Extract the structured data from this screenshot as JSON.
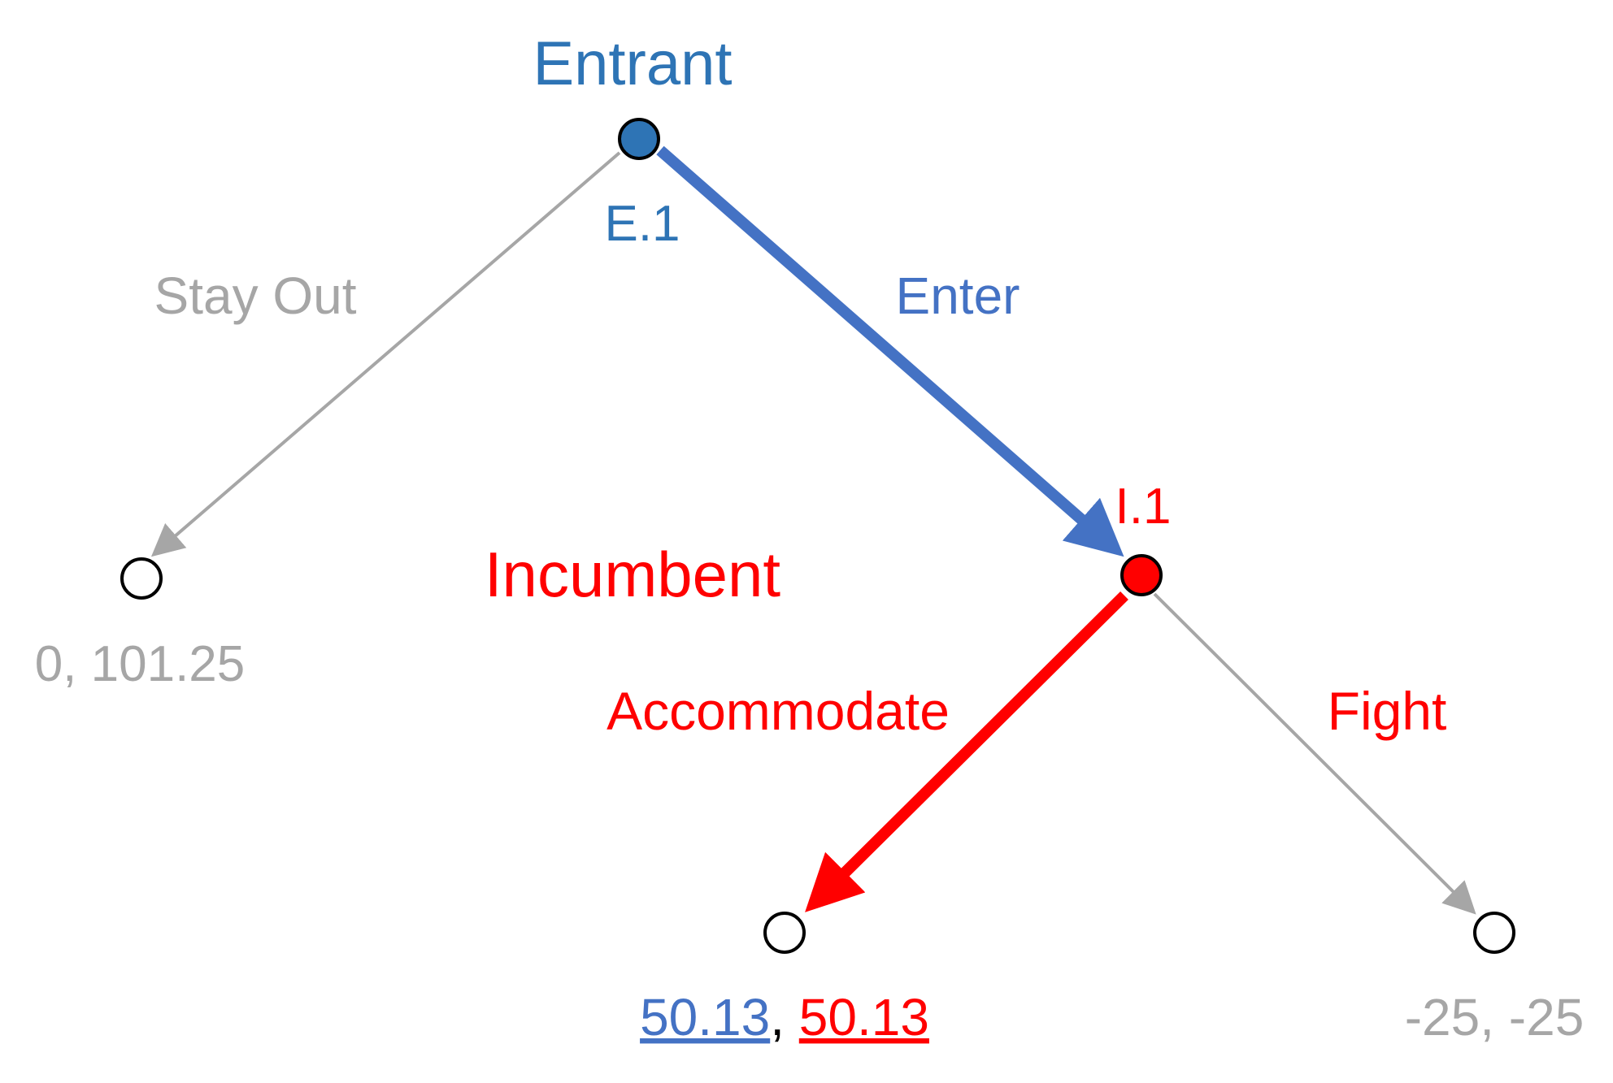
{
  "colors": {
    "entrant": "#2E74B5",
    "enter_edge": "#4472C4",
    "incumbent": "#FF0000",
    "inactive": "#A6A6A6",
    "payoff_separator": "#000000"
  },
  "players": {
    "entrant": "Entrant",
    "incumbent": "Incumbent"
  },
  "nodes": {
    "entrant_node": "E.1",
    "incumbent_node": "I.1"
  },
  "actions": {
    "stay_out": "Stay Out",
    "enter": "Enter",
    "accommodate": "Accommodate",
    "fight": "Fight"
  },
  "payoffs": {
    "stay_out": "0, 101.25",
    "accommodate_entrant": "50.13",
    "accommodate_separator": ", ",
    "accommodate_incumbent": "50.13",
    "fight": "-25, -25"
  }
}
